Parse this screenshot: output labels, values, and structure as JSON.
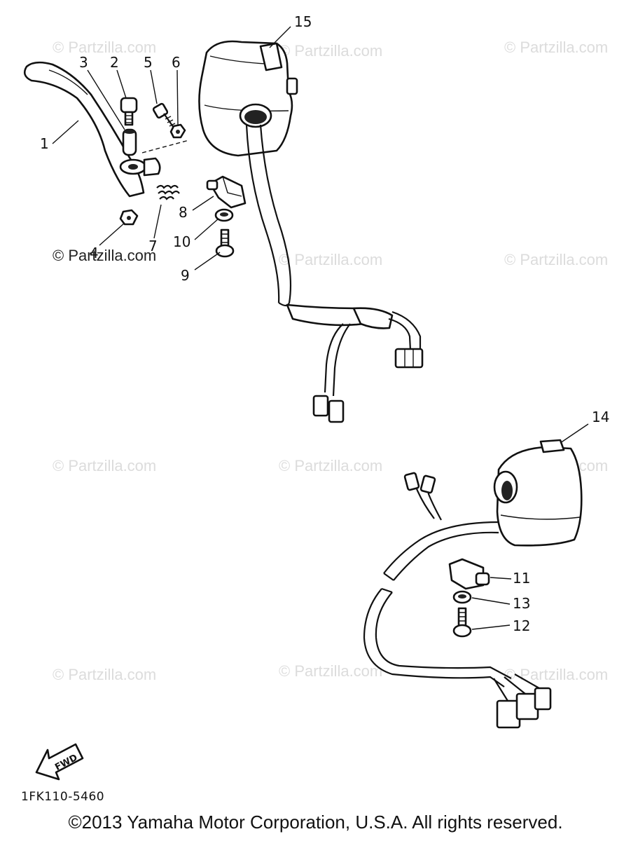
{
  "watermark": "© Partzilla.com",
  "callouts": {
    "n1": "1",
    "n2": "2",
    "n3": "3",
    "n4": "4",
    "n5": "5",
    "n6": "6",
    "n7": "7",
    "n8": "8",
    "n9": "9",
    "n10": "10",
    "n11": "11",
    "n12": "12",
    "n13": "13",
    "n14": "14",
    "n15": "15"
  },
  "fwd_label": "FWD",
  "diagram_code": "1FK110-5460",
  "copyright": "©2013  Yamaha Motor Corporation, U.S.A. All rights reserved."
}
